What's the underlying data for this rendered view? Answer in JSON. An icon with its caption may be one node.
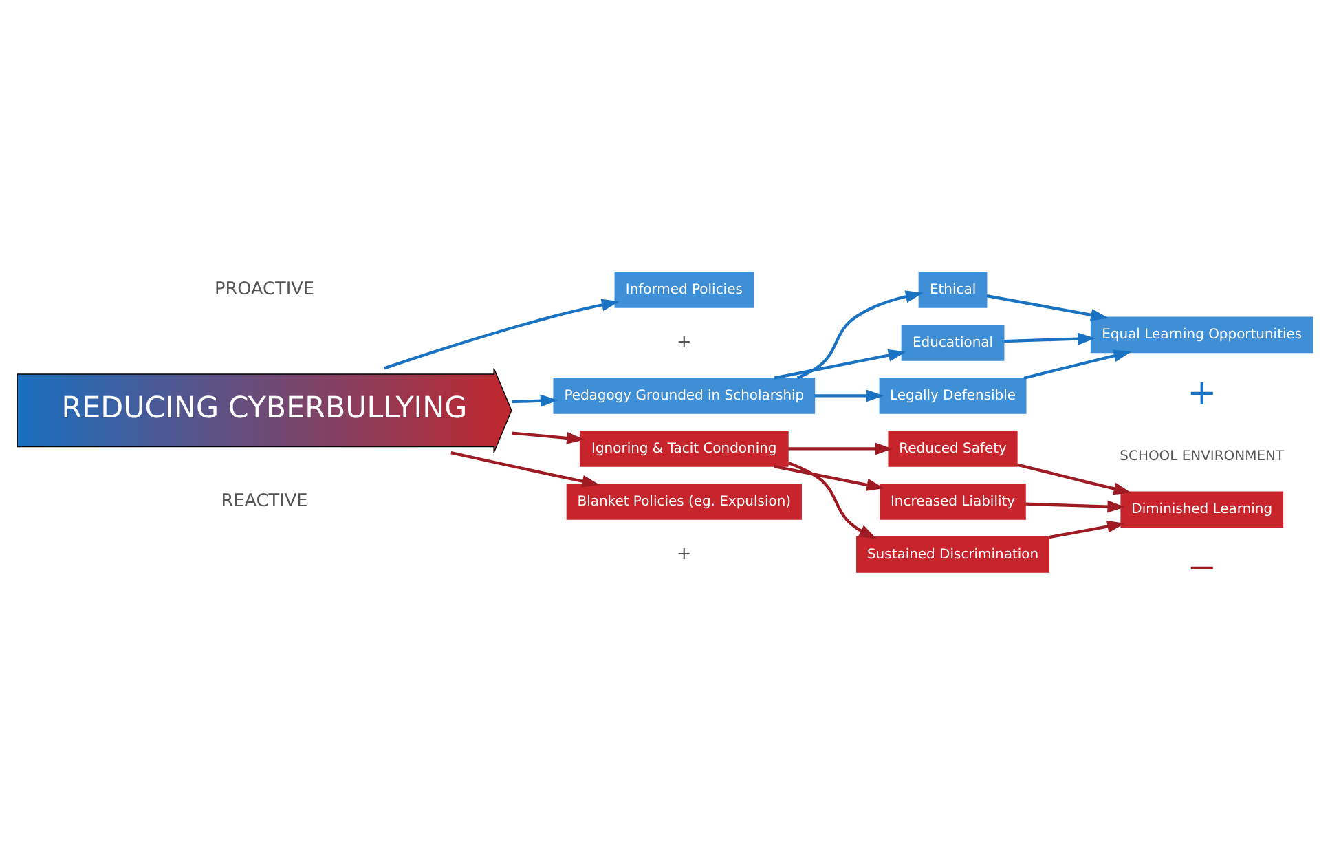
{
  "diagram": {
    "nodes": [
      {
        "text": [
          "Informed Policies"
        ]
      },
      {
        "text": [
          "Pedagogy Grounded in Scholarship"
        ]
      },
      {
        "text": [
          "Ethical"
        ]
      },
      {
        "text": [
          "Educational"
        ]
      },
      {
        "text": [
          "Legally Defensible"
        ]
      },
      {
        "text": [
          "Equal Learning Opportunities"
        ]
      },
      {
        "text": [
          "REDUCING CYBERBULLYING"
        ]
      },
      {
        "text": [
          "Blanket Policies (eg. Expulsion)"
        ]
      },
      {
        "text": [
          "Ignoring & Tacit Condoning"
        ]
      },
      {
        "text": [
          "Reduced Safety"
        ]
      },
      {
        "text": [
          "Increased Liability"
        ]
      },
      {
        "text": [
          "Sustained Discrimination"
        ]
      },
      {
        "text": [
          "Diminished Learning"
        ]
      }
    ],
    "edges": [
      {
        "from": 6,
        "to": 0,
        "arrow": "to"
      },
      {
        "from": 6,
        "to": 1,
        "arrow": "to"
      },
      {
        "from": 1,
        "to": 2,
        "arrow": "to"
      },
      {
        "from": 1,
        "to": 3,
        "arrow": "to"
      },
      {
        "from": 1,
        "to": 4,
        "arrow": "to"
      },
      {
        "from": 2,
        "to": 5,
        "arrow": "to"
      },
      {
        "from": 3,
        "to": 5,
        "arrow": "to"
      },
      {
        "from": 4,
        "to": 5,
        "arrow": "to"
      },
      {
        "from": 6,
        "to": 7,
        "arrow": "to",
        "color": "#9e1b23"
      },
      {
        "from": 6,
        "to": 8,
        "arrow": "to",
        "color": "#9e1b23"
      },
      {
        "from": 8,
        "to": 9,
        "arrow": "to",
        "color": "#9e1b23"
      },
      {
        "from": 8,
        "to": 10,
        "arrow": "to",
        "color": "#9e1b23"
      },
      {
        "from": 8,
        "to": 11,
        "arrow": "to",
        "color": "#9e1b23"
      },
      {
        "from": 9,
        "to": 12,
        "arrow": "to",
        "color": "#9e1b23"
      },
      {
        "from": 10,
        "to": 12,
        "arrow": "to",
        "color": "#9e1b23"
      },
      {
        "from": 11,
        "to": 12,
        "arrow": "to",
        "color": "#9e1b23"
      }
    ],
    "labels": [
      "PROACTIVE",
      "+",
      "+",
      "SCHOOL ENVIRONMENT",
      "+",
      "REACTIVE",
      "−"
    ]
  }
}
